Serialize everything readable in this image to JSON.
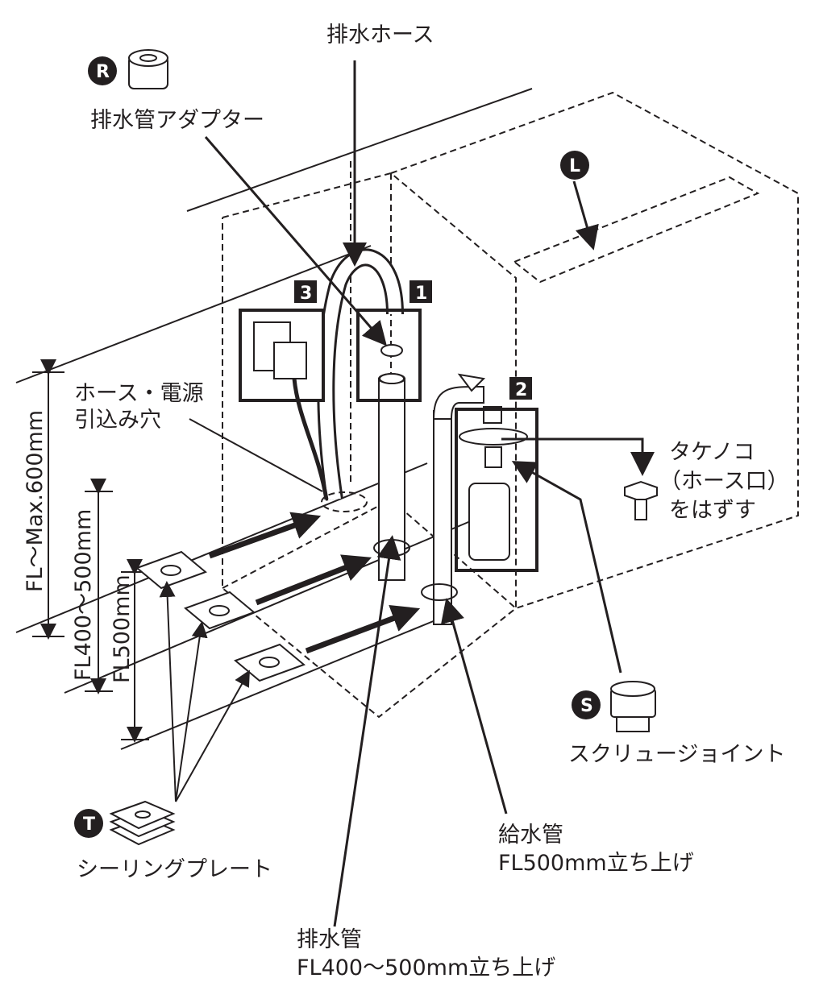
{
  "labels": {
    "drain_hose": "排水ホース",
    "drain_adapter": "排水管アダプター",
    "hole_line1": "ホース・電源",
    "hole_line2": "引込み穴",
    "fl_max": "FL～Max.600mm",
    "fl_400_500": "FL400～500mm",
    "fl_500": "FL500mm",
    "takenoko_line1": "タケノコ",
    "takenoko_line2": "（ホース口）",
    "takenoko_line3": "をはずす",
    "screw_joint": "スクリュージョイント",
    "sealing_plate": "シーリングプレート",
    "supply_line1": "給水管",
    "supply_line2": "FL500mm立ち上げ",
    "drain_line1": "排水管",
    "drain_line2": "FL400～500mm立ち上げ"
  },
  "badges": {
    "R": "R",
    "L": "L",
    "S": "S",
    "T": "T",
    "step1": "1",
    "step2": "2",
    "step3": "3"
  },
  "colors": {
    "ink": "#231f20",
    "background": "#ffffff"
  }
}
